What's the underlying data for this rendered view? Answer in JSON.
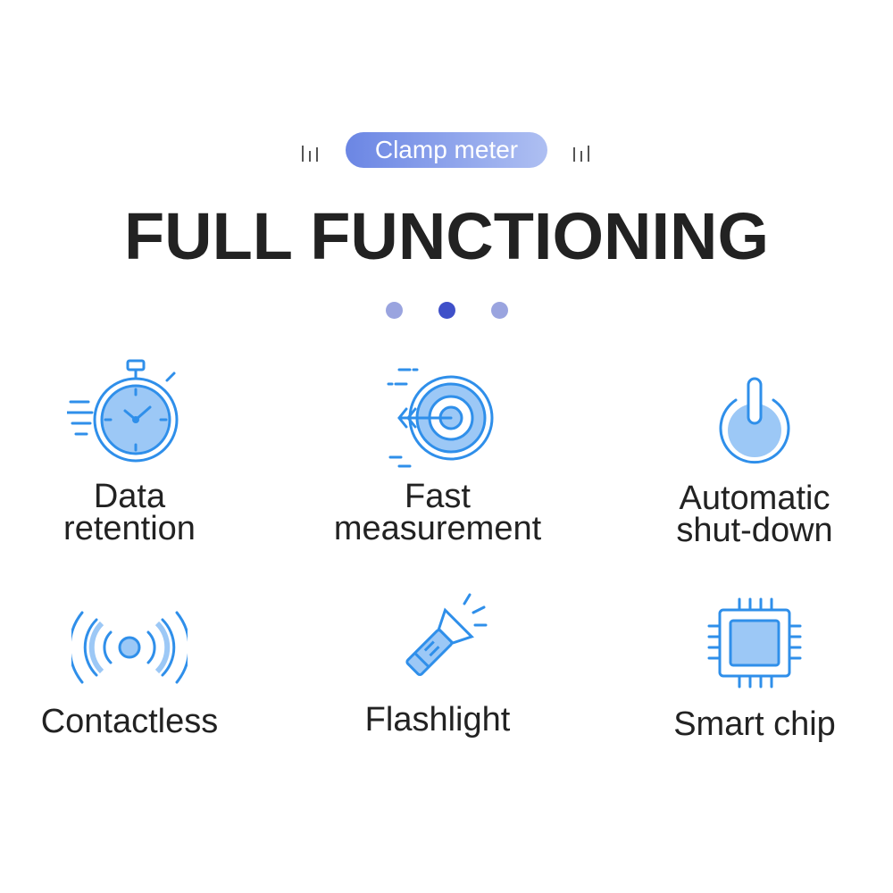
{
  "tag": {
    "label": "Clamp meter"
  },
  "title": "FULL FUNCTIONING",
  "pagination": {
    "count": 3,
    "active_index": 1
  },
  "colors": {
    "icon_stroke": "#2f8fea",
    "icon_fill": "#9cc8f6",
    "dot": "#9aa4df",
    "dot_active": "#3f50c9",
    "text": "#222222"
  },
  "features": [
    {
      "icon": "stopwatch-icon",
      "label": "Data\nretention"
    },
    {
      "icon": "target-icon",
      "label": "Fast\nmeasurement"
    },
    {
      "icon": "power-icon",
      "label": "Automatic\nshut-down"
    },
    {
      "icon": "contactless-icon",
      "label": "Contactless"
    },
    {
      "icon": "flashlight-icon",
      "label": "Flashlight"
    },
    {
      "icon": "chip-icon",
      "label": "Smart chip"
    }
  ]
}
